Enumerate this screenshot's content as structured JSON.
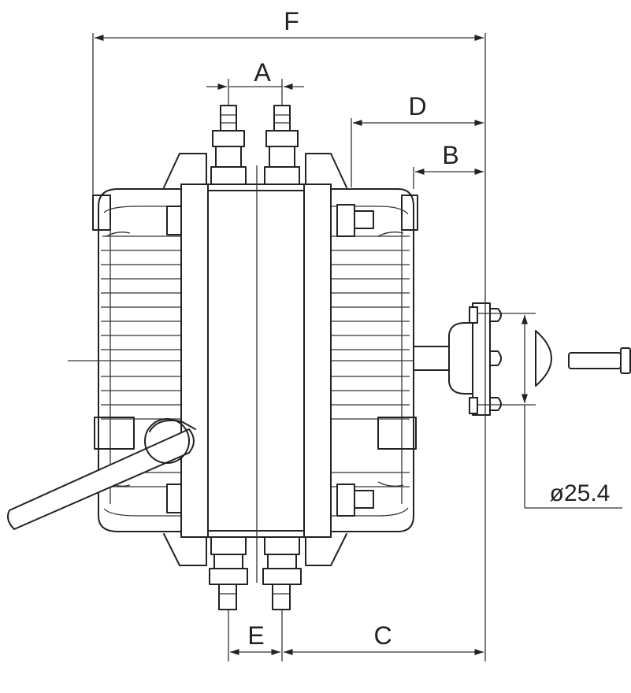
{
  "dimensions": {
    "F": "F",
    "A": "A",
    "D": "D",
    "B": "B",
    "E": "E",
    "C": "C",
    "diameter": "ø25.4"
  }
}
